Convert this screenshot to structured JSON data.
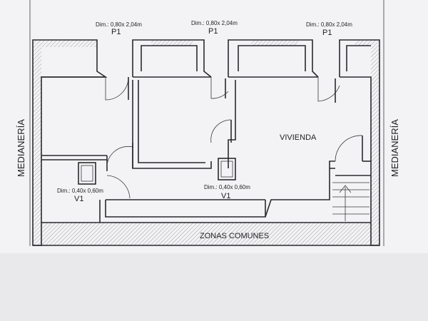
{
  "labels": {
    "medianeria_left": "MEDIANERÍA",
    "medianeria_right": "MEDIANERÍA",
    "vivienda": "VIVIENDA",
    "zonas_comunes": "ZONAS COMUNES"
  },
  "doors": [
    {
      "dim": "Dim.: 0,80x 2,04m",
      "tag": "P1"
    },
    {
      "dim": "Dim.: 0,80x 2,04m",
      "tag": "P1"
    },
    {
      "dim": "Dim.: 0,80x 2,04m",
      "tag": "P1"
    }
  ],
  "windows": [
    {
      "dim": "Dim.: 0,40x 0,60m",
      "tag": "V1"
    },
    {
      "dim": "Dim.: 0,40x 0,60m",
      "tag": "V1"
    }
  ],
  "colors": {
    "paper": "#f3f2f4",
    "ink": "#2a2a2e",
    "shadow": "#e9e8ea"
  }
}
